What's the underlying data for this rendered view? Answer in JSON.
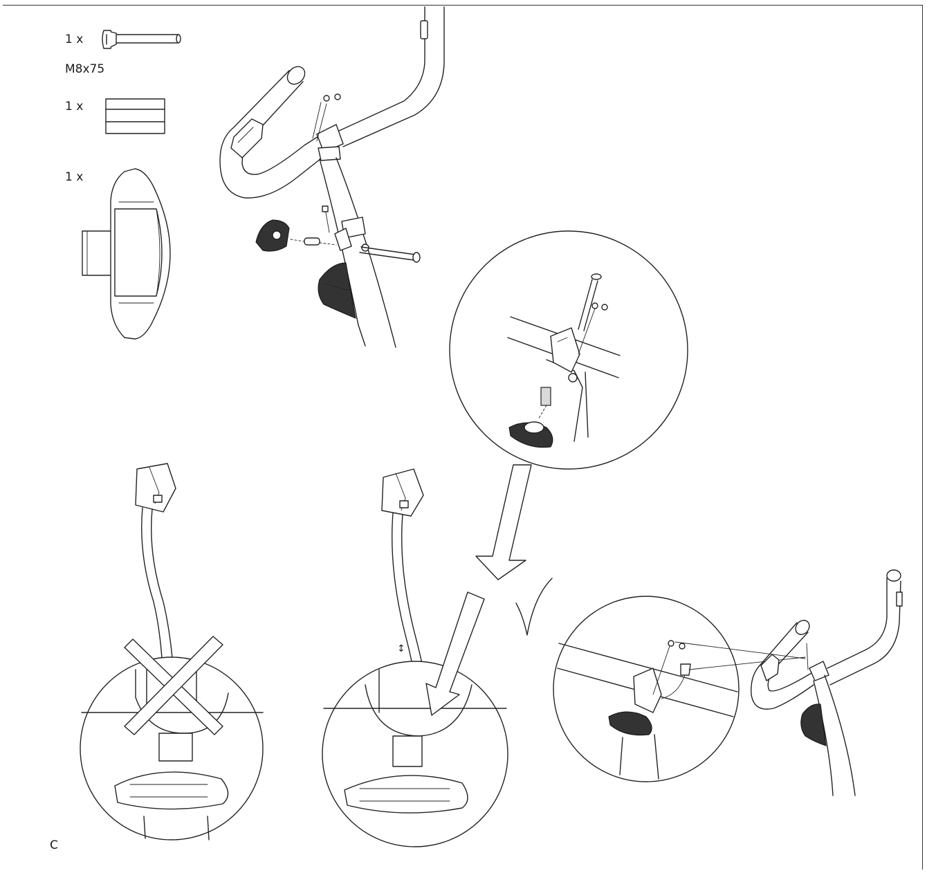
{
  "parts": [
    {
      "qty": "1 x",
      "name": "M8x75",
      "icon": "bolt-icon"
    },
    {
      "qty": "1 x",
      "icon": "sleeve-icon"
    },
    {
      "qty": "1 x",
      "icon": "adjustment-knob-icon"
    }
  ],
  "step_label": "C"
}
